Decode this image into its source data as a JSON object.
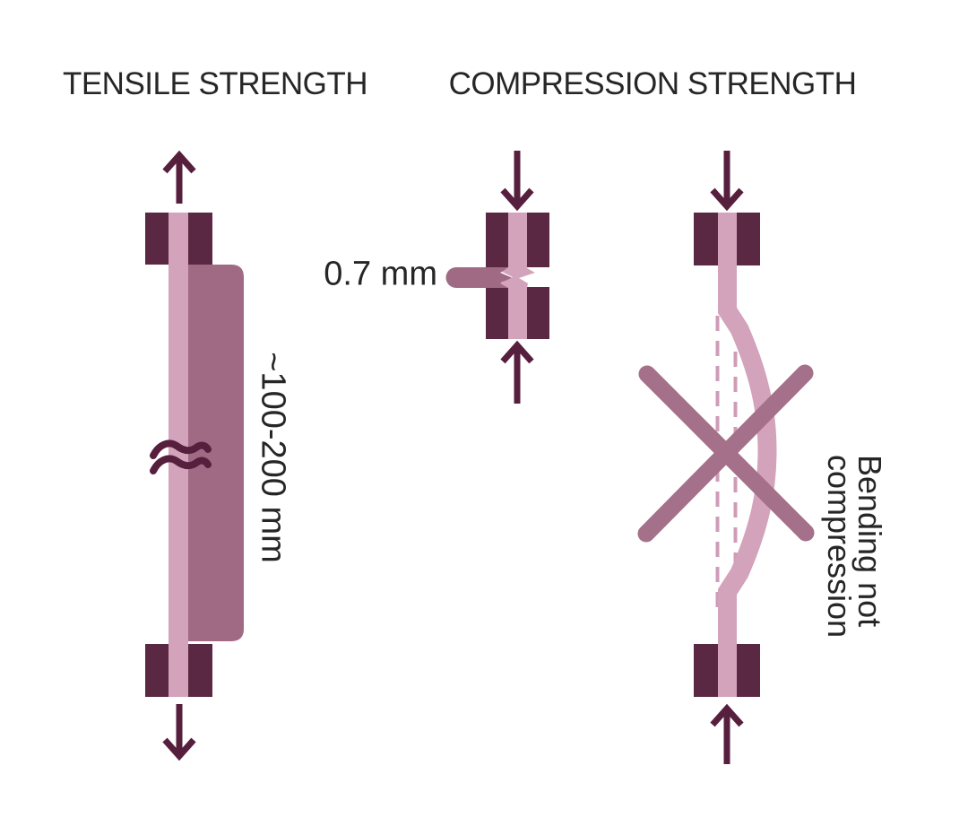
{
  "figure": {
    "tensile": {
      "title": "TENSILE STRENGTH",
      "length_label": "~100-200 mm"
    },
    "compression": {
      "title": "COMPRESSION STRENGTH",
      "gauge_label": "0.7 mm"
    },
    "bending": {
      "note": "Bending not\ncompression"
    }
  },
  "palette": {
    "c-bg": "#ffffff",
    "c-dark": "#5a2842",
    "c-arrow": "#571f3e",
    "c-strip": "#d3a2bb",
    "c-mauve": "#a06a85",
    "c-x": "#a5708a",
    "c-dash": "#cf9cb7",
    "c-text": "#262626"
  }
}
